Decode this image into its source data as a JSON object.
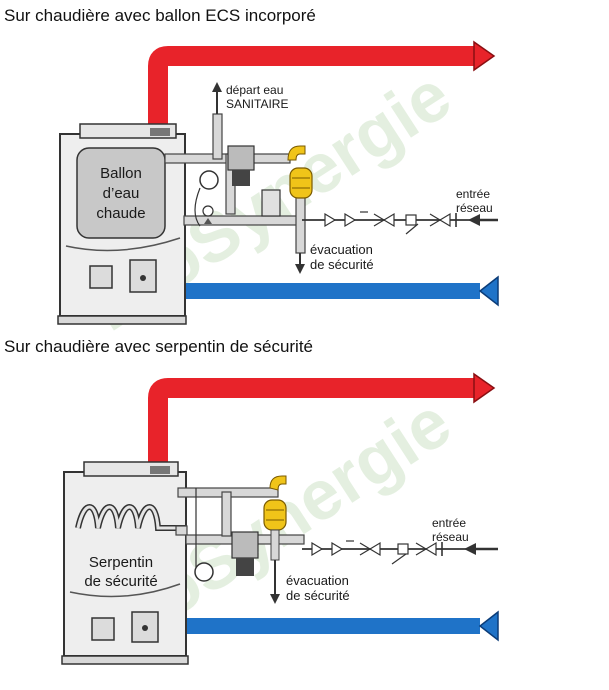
{
  "diagram1": {
    "title": "Sur chaudière avec ballon ECS incorporé",
    "box_label": [
      "Ballon",
      "d’eau",
      "chaude"
    ],
    "depart_label": [
      "départ eau",
      "SANITAIRE"
    ],
    "entree_label": [
      "entrée",
      "réseau"
    ],
    "evac_label": [
      "évacuation",
      "de sécurité"
    ]
  },
  "diagram2": {
    "title": "Sur chaudière avec serpentin de sécurité",
    "box_label": [
      "Serpentin",
      "de sécurité"
    ],
    "entree_label": [
      "entrée",
      "réseau"
    ],
    "evac_label": [
      "évacuation",
      "de sécurité"
    ]
  },
  "watermark": "ProSynergie",
  "colors": {
    "hot_pipe": "#e8232a",
    "cold_pipe": "#1f73c8",
    "boiler_fill": "#eeeeee",
    "boiler_stroke": "#333333",
    "valve_yellow": "#f0c419",
    "watermark": "#d6e8d0"
  }
}
